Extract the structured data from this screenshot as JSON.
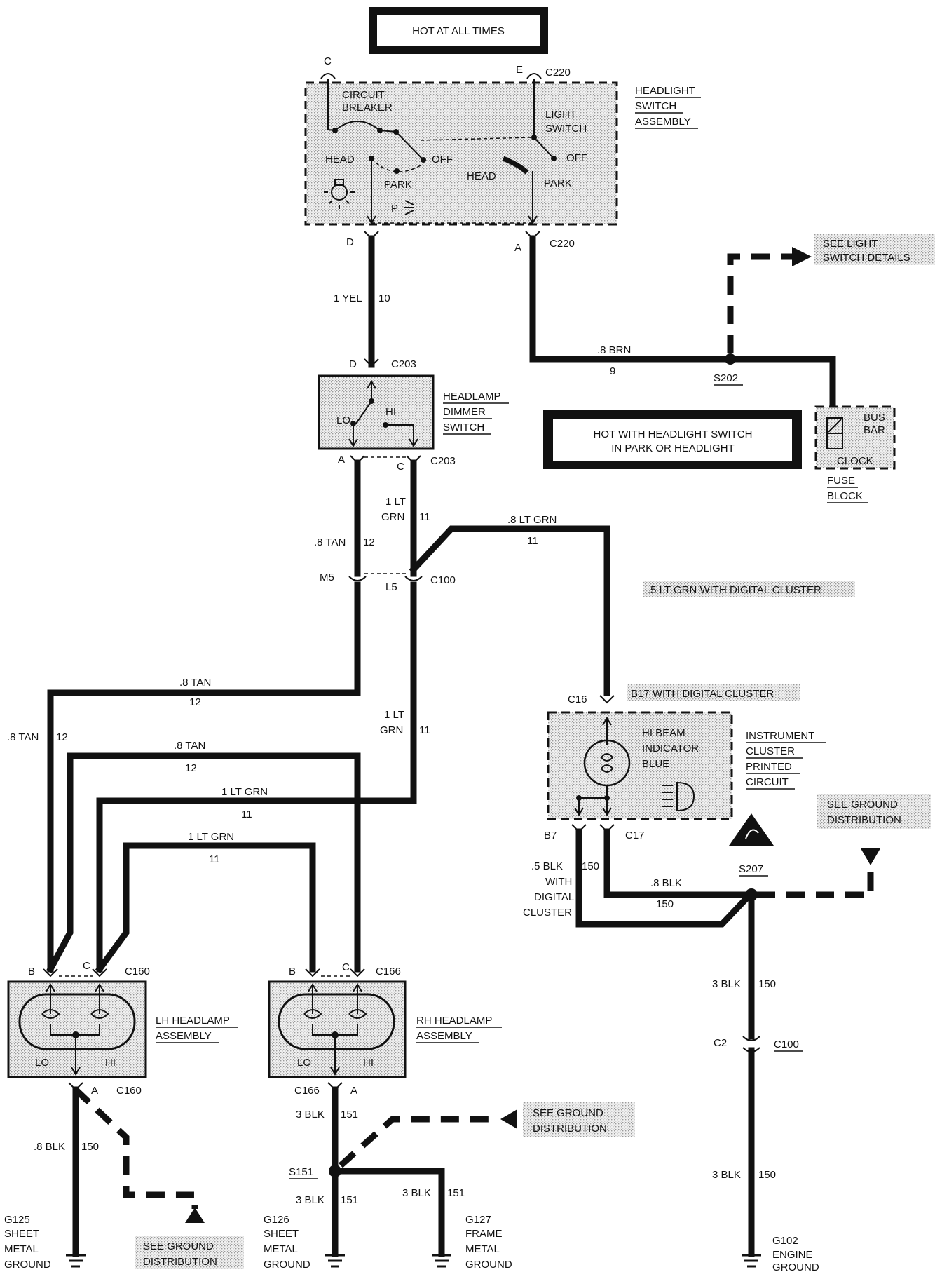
{
  "banners": {
    "hot_at_all_times": "HOT AT ALL TIMES",
    "hot_with_switch_line1": "HOT WITH HEADLIGHT SWITCH",
    "hot_with_switch_line2": "IN PARK OR HEADLIGHT"
  },
  "headlight_switch": {
    "title": [
      "HEADLIGHT",
      "SWITCH",
      "ASSEMBLY"
    ],
    "circuit_breaker": [
      "CIRCUIT",
      "BREAKER"
    ],
    "light_switch": [
      "LIGHT",
      "SWITCH"
    ],
    "head": "HEAD",
    "park": "PARK",
    "off": "OFF",
    "p": "P",
    "pin_c": "C",
    "pin_e": "E",
    "pin_d": "D",
    "pin_a": "A",
    "connector": "C220"
  },
  "wires": {
    "yel": "1 YEL",
    "yel_circuit": "10",
    "brn": ".8 BRN",
    "brn_circuit": "9",
    "tan_12": ".8 TAN",
    "circuit_12": "12",
    "lt_grn_1": "1 LT",
    "grn": "GRN",
    "circuit_11": "11",
    "lt_grn_08": ".8 LT GRN",
    "lt_grn_1_full": "1 LT GRN",
    "blk_05": ".5 BLK",
    "circuit_150": "150",
    "blk_08": ".8 BLK",
    "blk_3": "3 BLK",
    "circuit_151": "151",
    "with_digital_cluster": [
      "WITH",
      "DIGITAL",
      "CLUSTER"
    ]
  },
  "splices": {
    "s202": "S202",
    "s207": "S207",
    "s151": "S151"
  },
  "see_light_switch": [
    "SEE LIGHT",
    "SWITCH DETAILS"
  ],
  "see_ground": [
    "SEE GROUND",
    "DISTRIBUTION"
  ],
  "fuse_block": {
    "bus": "BUS",
    "bar": "BAR",
    "clock": "CLOCK",
    "title": [
      "FUSE",
      "BLOCK"
    ]
  },
  "dimmer": {
    "title": [
      "HEADLAMP",
      "DIMMER",
      "SWITCH"
    ],
    "lo": "LO",
    "hi": "HI",
    "pin_d": "D",
    "pin_a": "A",
    "pin_c": "C",
    "connector": "C203"
  },
  "c100": {
    "connector": "C100",
    "m5": "M5",
    "l5": "L5",
    "c2": "C2"
  },
  "notes": {
    "lt_grn_digital": ".5 LT GRN WITH DIGITAL CLUSTER",
    "b17_digital": "B17 WITH DIGITAL CLUSTER"
  },
  "cluster": {
    "c16": "C16",
    "c17": "C17",
    "b7": "B7",
    "indicator": [
      "HI BEAM",
      "INDICATOR",
      "BLUE"
    ],
    "title": [
      "INSTRUMENT",
      "CLUSTER",
      "PRINTED",
      "CIRCUIT"
    ]
  },
  "lh_headlamp": {
    "title": [
      "LH HEADLAMP",
      "ASSEMBLY"
    ],
    "pin_b": "B",
    "pin_c": "C",
    "pin_a": "A",
    "connector": "C160",
    "lo": "LO",
    "hi": "HI"
  },
  "rh_headlamp": {
    "title": [
      "RH HEADLAMP",
      "ASSEMBLY"
    ],
    "pin_b": "B",
    "pin_c": "C",
    "pin_a": "A",
    "connector": "C166",
    "lo": "LO",
    "hi": "HI"
  },
  "grounds": {
    "g125": [
      "G125",
      "SHEET",
      "METAL",
      "GROUND"
    ],
    "g126": [
      "G126",
      "SHEET",
      "METAL",
      "GROUND"
    ],
    "g127": [
      "G127",
      "FRAME",
      "METAL",
      "GROUND"
    ],
    "g102": [
      "G102",
      "ENGINE",
      "GROUND"
    ]
  }
}
